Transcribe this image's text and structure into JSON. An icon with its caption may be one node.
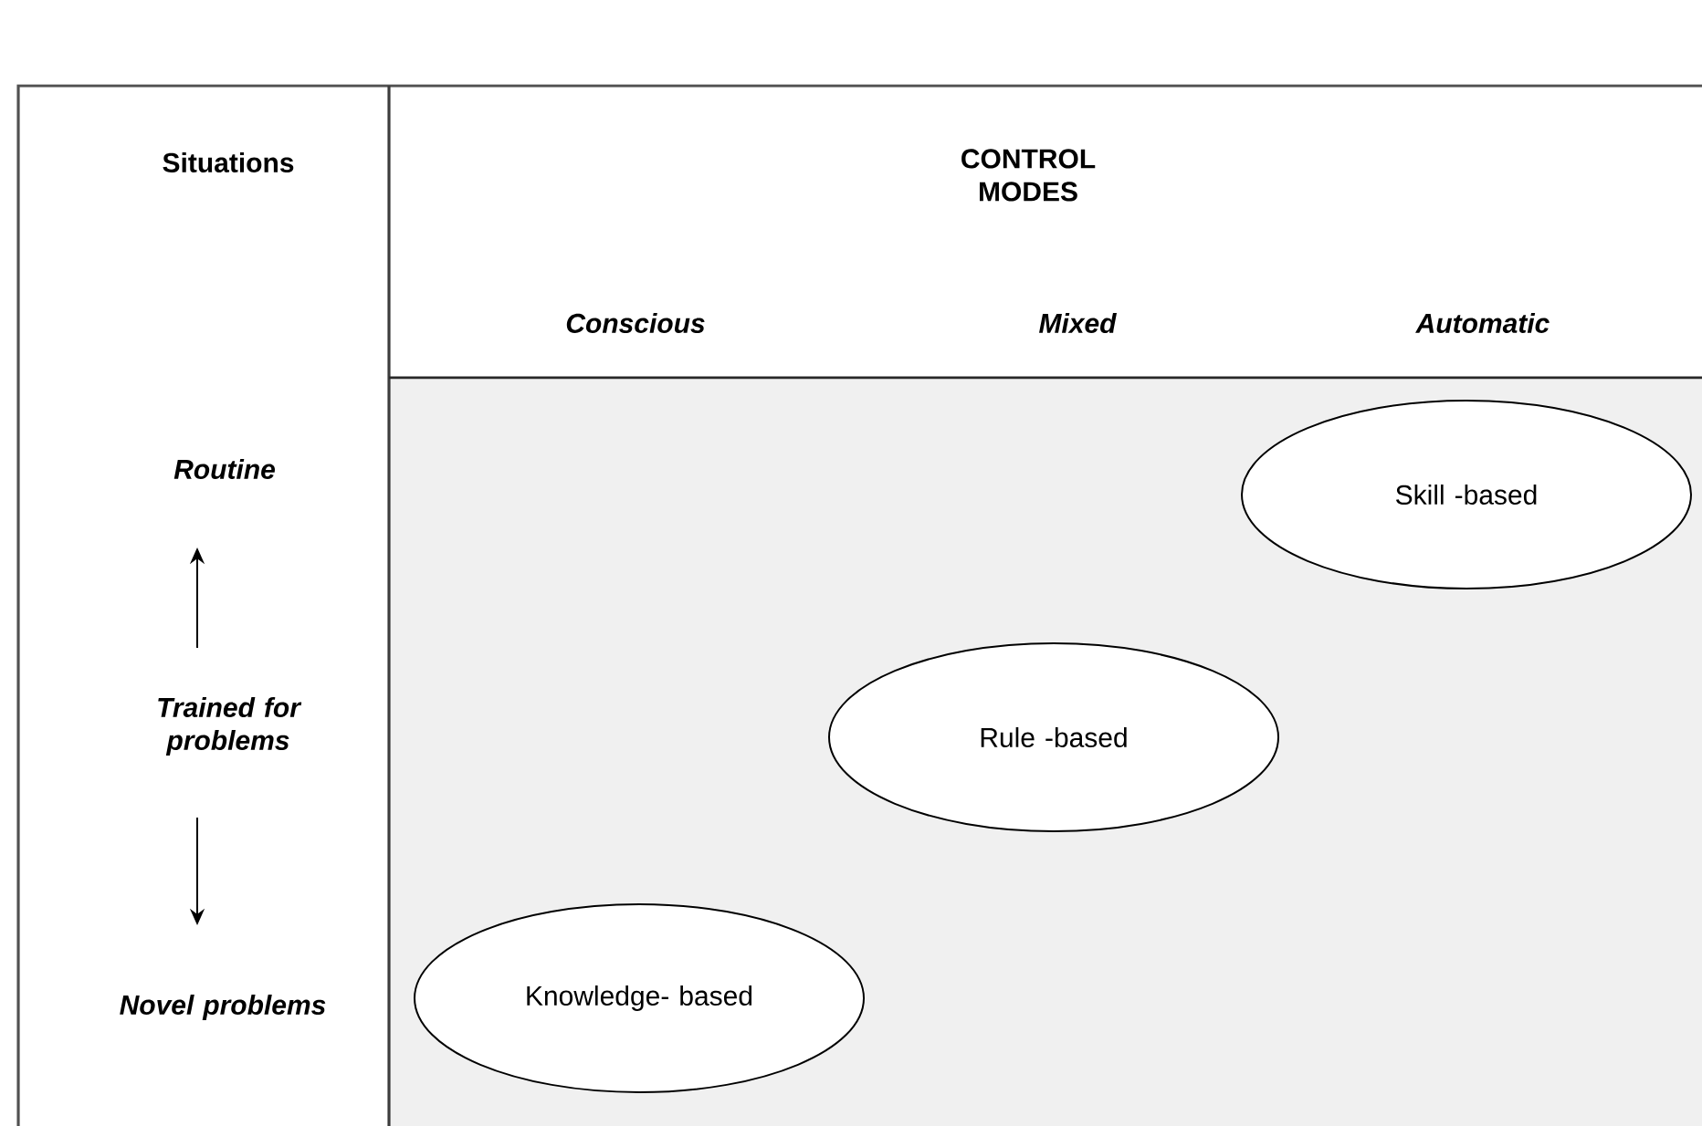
{
  "diagram": {
    "nodes": [
      {
        "text": [
          "Skill -based"
        ]
      },
      {
        "text": [
          "Rule -based"
        ]
      },
      {
        "text": [
          "Knowledge- based"
        ]
      }
    ],
    "edges": [],
    "labels": [
      "Situations",
      "CONTROL MODES",
      "Conscious",
      "Mixed",
      "Automatic",
      "Routine",
      "Trained for problems",
      "Novel problems"
    ]
  }
}
